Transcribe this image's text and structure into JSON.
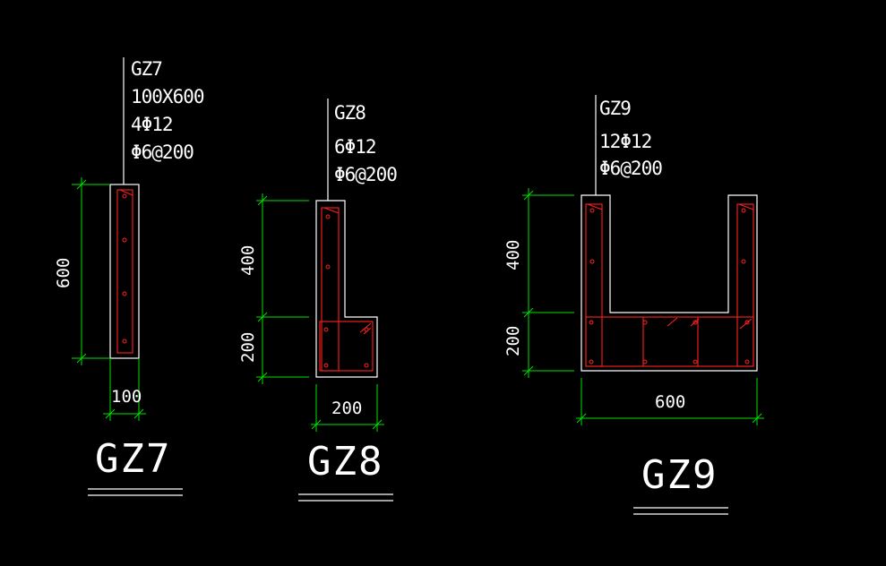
{
  "columns": [
    {
      "id": "GZ7",
      "title": "GZ7",
      "annotation": [
        "GZ7",
        "100X600",
        "4Φ12",
        "Φ6@200"
      ],
      "dims": {
        "height": "600",
        "width": "100"
      }
    },
    {
      "id": "GZ8",
      "title": "GZ8",
      "annotation": [
        "GZ8",
        "6Φ12",
        "Φ6@200"
      ],
      "dims": {
        "upper": "400",
        "lower": "200",
        "width": "200"
      }
    },
    {
      "id": "GZ9",
      "title": "GZ9",
      "annotation": [
        "GZ9",
        "12Φ12",
        "Φ6@200"
      ],
      "dims": {
        "upper": "400",
        "lower": "200",
        "width": "600"
      }
    }
  ],
  "colors": {
    "outline": "#ffffff",
    "dimension": "#00e000",
    "rebar": "#ff2020",
    "background": "#000000"
  }
}
